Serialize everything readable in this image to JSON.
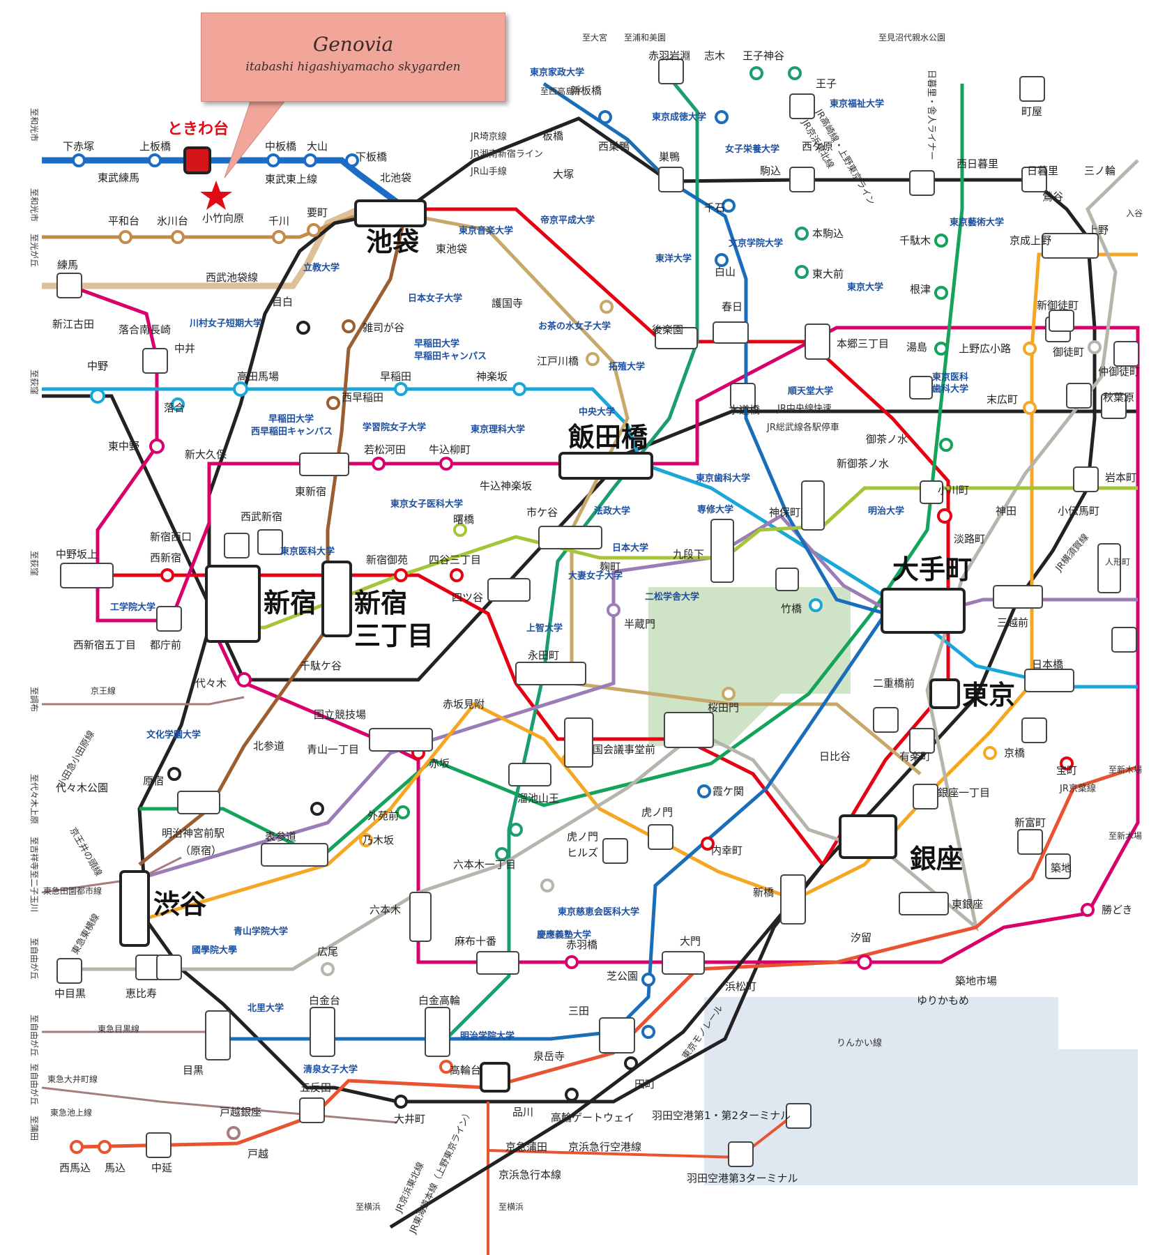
{
  "callout": {
    "title": "Genovia",
    "subtitle": "itabashi higashiyamacho skygarden"
  },
  "target": {
    "label": "ときわ台",
    "color": "#e00b16"
  },
  "colors": {
    "tobu_tojo": "#1c6cc5",
    "seibu_ikebukuro": "#c48a4a",
    "jr": "#222222",
    "marunouchi": "#e60012",
    "oedo": "#d8006b",
    "tozai": "#1aa7d8",
    "namboku": "#1c9c72",
    "yurakucho": "#b58b3c",
    "fukutoshin": "#9c5e31",
    "chiyoda": "#13a35a",
    "hanzomon": "#9b7cb6",
    "ginza": "#f5a623",
    "hibiya": "#b5b5ac",
    "mita": "#1a6db8",
    "asakusa": "#e85432",
    "shinjuku": "#a4c537",
    "private": "#c9a0a0",
    "park": "#cfe3c6",
    "water": "#dfe8f0",
    "university": "#1d4fa0"
  },
  "major_stations": [
    "池袋",
    "新宿",
    "新宿三丁目",
    "飯田橋",
    "大手町",
    "東京",
    "銀座",
    "渋谷"
  ],
  "stations": [
    {
      "name": "下赤塚"
    },
    {
      "name": "上板橋"
    },
    {
      "name": "中板橋"
    },
    {
      "name": "大山"
    },
    {
      "name": "下板橋"
    },
    {
      "name": "北池袋"
    },
    {
      "name": "東武練馬"
    },
    {
      "name": "東武東上線"
    },
    {
      "name": "平和台"
    },
    {
      "name": "氷川台"
    },
    {
      "name": "小竹向原"
    },
    {
      "name": "千川"
    },
    {
      "name": "要町"
    },
    {
      "name": "西武池袋線"
    },
    {
      "name": "練馬"
    },
    {
      "name": "新江古田"
    },
    {
      "name": "落合南長崎"
    },
    {
      "name": "中井"
    },
    {
      "name": "中野"
    },
    {
      "name": "落合"
    },
    {
      "name": "東中野"
    },
    {
      "name": "高田馬場"
    },
    {
      "name": "新大久保"
    },
    {
      "name": "西武新宿"
    },
    {
      "name": "新宿西口"
    },
    {
      "name": "西新宿"
    },
    {
      "name": "中野坂上"
    },
    {
      "name": "西新宿五丁目"
    },
    {
      "name": "都庁前"
    },
    {
      "name": "代々木"
    },
    {
      "name": "千駄ケ谷"
    },
    {
      "name": "国立競技場"
    },
    {
      "name": "北参道"
    },
    {
      "name": "原宿"
    },
    {
      "name": "明治神宮前駅"
    },
    {
      "name": "（原宿）"
    },
    {
      "name": "代々木公園"
    },
    {
      "name": "表参道"
    },
    {
      "name": "外苑前"
    },
    {
      "name": "乃木坂"
    },
    {
      "name": "青山一丁目"
    },
    {
      "name": "赤坂"
    },
    {
      "name": "赤坂見附"
    },
    {
      "name": "六本木"
    },
    {
      "name": "六本木一丁目"
    },
    {
      "name": "溜池山王"
    },
    {
      "name": "国会議事堂前"
    },
    {
      "name": "虎ノ門"
    },
    {
      "name": "虎ノ門"
    },
    {
      "name": "ヒルズ"
    },
    {
      "name": "霞ケ関"
    },
    {
      "name": "日比谷"
    },
    {
      "name": "有楽町"
    },
    {
      "name": "銀座一丁目"
    },
    {
      "name": "内幸町"
    },
    {
      "name": "新橋"
    },
    {
      "name": "東銀座"
    },
    {
      "name": "築地"
    },
    {
      "name": "新富町"
    },
    {
      "name": "宝町"
    },
    {
      "name": "京橋"
    },
    {
      "name": "勝どき"
    },
    {
      "name": "汐留"
    },
    {
      "name": "築地市場"
    },
    {
      "name": "ゆりかもめ"
    },
    {
      "name": "大門"
    },
    {
      "name": "浜松町"
    },
    {
      "name": "芝公園"
    },
    {
      "name": "赤羽橋"
    },
    {
      "name": "麻布十番"
    },
    {
      "name": "広尾"
    },
    {
      "name": "恵比寿"
    },
    {
      "name": "中目黒"
    },
    {
      "name": "目黒"
    },
    {
      "name": "白金台"
    },
    {
      "name": "白金高輪"
    },
    {
      "name": "三田"
    },
    {
      "name": "田町"
    },
    {
      "name": "泉岳寺"
    },
    {
      "name": "高輪台"
    },
    {
      "name": "五反田"
    },
    {
      "name": "品川"
    },
    {
      "name": "高輪ゲートウェイ"
    },
    {
      "name": "大井町"
    },
    {
      "name": "京急蒲田"
    },
    {
      "name": "京浜急行本線"
    },
    {
      "name": "京浜急行空港線"
    },
    {
      "name": "羽田空港第1・第2ターミナル"
    },
    {
      "name": "羽田空港第3ターミナル"
    },
    {
      "name": "戸越銀座"
    },
    {
      "name": "戸越"
    },
    {
      "name": "中延"
    },
    {
      "name": "馬込"
    },
    {
      "name": "西馬込"
    },
    {
      "name": "東急大井町線"
    },
    {
      "name": "東急池上線"
    },
    {
      "name": "東急目黒線"
    },
    {
      "name": "東急田園都市線"
    },
    {
      "name": "京王線"
    },
    {
      "name": "赤羽岩淵"
    },
    {
      "name": "志木"
    },
    {
      "name": "王子神谷"
    },
    {
      "name": "王子"
    },
    {
      "name": "西ケ原"
    },
    {
      "name": "駒込"
    },
    {
      "name": "本駒込"
    },
    {
      "name": "東大前"
    },
    {
      "name": "白山"
    },
    {
      "name": "千石"
    },
    {
      "name": "巣鴨"
    },
    {
      "name": "西巣鴨"
    },
    {
      "name": "新板橋"
    },
    {
      "name": "板橋"
    },
    {
      "name": "大塚"
    },
    {
      "name": "東池袋"
    },
    {
      "name": "護国寺"
    },
    {
      "name": "江戸川橋"
    },
    {
      "name": "神楽坂"
    },
    {
      "name": "早稲田"
    },
    {
      "name": "雑司が谷"
    },
    {
      "name": "西早稲田"
    },
    {
      "name": "目白"
    },
    {
      "name": "東新宿"
    },
    {
      "name": "若松河田"
    },
    {
      "name": "牛込柳町"
    },
    {
      "name": "牛込神楽坂"
    },
    {
      "name": "市ケ谷"
    },
    {
      "name": "曙橋"
    },
    {
      "name": "新宿御苑"
    },
    {
      "name": "四谷三丁目"
    },
    {
      "name": "四ツ谷"
    },
    {
      "name": "麹町"
    },
    {
      "name": "半蔵門"
    },
    {
      "name": "永田町"
    },
    {
      "name": "桜田門"
    },
    {
      "name": "九段下"
    },
    {
      "name": "竹橋"
    },
    {
      "name": "神保町"
    },
    {
      "name": "水道橋"
    },
    {
      "name": "後楽園"
    },
    {
      "name": "春日"
    },
    {
      "name": "本郷三丁目"
    },
    {
      "name": "御茶ノ水"
    },
    {
      "name": "新御茶ノ水"
    },
    {
      "name": "小川町"
    },
    {
      "name": "淡路町"
    },
    {
      "name": "二重橋前"
    },
    {
      "name": "三越前"
    },
    {
      "name": "日本橋"
    },
    {
      "name": "神田"
    },
    {
      "name": "岩本町"
    },
    {
      "name": "小伝馬町"
    },
    {
      "name": "人形町"
    },
    {
      "name": "秋葉原"
    },
    {
      "name": "末広町"
    },
    {
      "name": "仲御徒町"
    },
    {
      "name": "上野広小路"
    },
    {
      "name": "御徒町"
    },
    {
      "name": "新御徒町"
    },
    {
      "name": "湯島"
    },
    {
      "name": "根津"
    },
    {
      "name": "千駄木"
    },
    {
      "name": "西日暮里"
    },
    {
      "name": "日暮里"
    },
    {
      "name": "鶯谷"
    },
    {
      "name": "上野"
    },
    {
      "name": "京成上野"
    },
    {
      "name": "入谷"
    },
    {
      "name": "三ノ輪"
    },
    {
      "name": "町屋"
    }
  ],
  "line_labels": [
    "JR埼京線",
    "JR湘南新宿ライン",
    "JR山手線",
    "JR中央線快速",
    "JR総武線各駅停車",
    "JR京葉線",
    "JR横須賀線",
    "JR京浜東北線",
    "JR東海道本線（上野東京ライン）",
    "JR高崎線・上野東京ライン",
    "JR京浜東北線",
    "りんかい線",
    "東京モノレール",
    "日暮里・舎人ライナー",
    "小田急小田原線",
    "東急東横線",
    "京王井の頭線"
  ],
  "terminal_labels": [
    "至和光市",
    "至和光市",
    "至光が丘",
    "至荻窪",
    "至荻窪",
    "至調布",
    "至代々木上原",
    "至吉祥寺",
    "至二子玉川",
    "至自由が丘",
    "至自由が丘",
    "至自由が丘",
    "至蒲田",
    "至大宮",
    "至浦和美園",
    "至西高島平",
    "至見沼代親水公園",
    "至新木場",
    "至新木場",
    "至横浜",
    "至横浜"
  ],
  "universities": [
    "東京家政大学",
    "東京成徳大学",
    "東京福祉大学",
    "女子栄養大学",
    "帝京平成大学",
    "東京音楽大学",
    "立教大学",
    "東洋大学",
    "文京学院大学",
    "東京大学",
    "日本女子大学",
    "お茶の水女子大学",
    "川村女子短期大学",
    "早稲田大学",
    "早稲田キャンパス",
    "拓殖大学",
    "東京医科",
    "歯科大学",
    "順天堂大学",
    "東京藝術大学",
    "早稲田大学",
    "西早稲田キャンパス",
    "学習院女子大学",
    "中央大学",
    "東京理科大学",
    "東京歯科大学",
    "東京女子医科大学",
    "法政大学",
    "専修大学",
    "明治大学",
    "東京医科大学",
    "日本大学",
    "大妻女子大学",
    "工学院大学",
    "二松学舎大学",
    "上智大学",
    "文化学園大学",
    "青山学院大学",
    "國學院大學",
    "東京慈恵会医科大学",
    "慶應義塾大学",
    "北里大学",
    "明治学院大学",
    "清泉女子大学"
  ]
}
